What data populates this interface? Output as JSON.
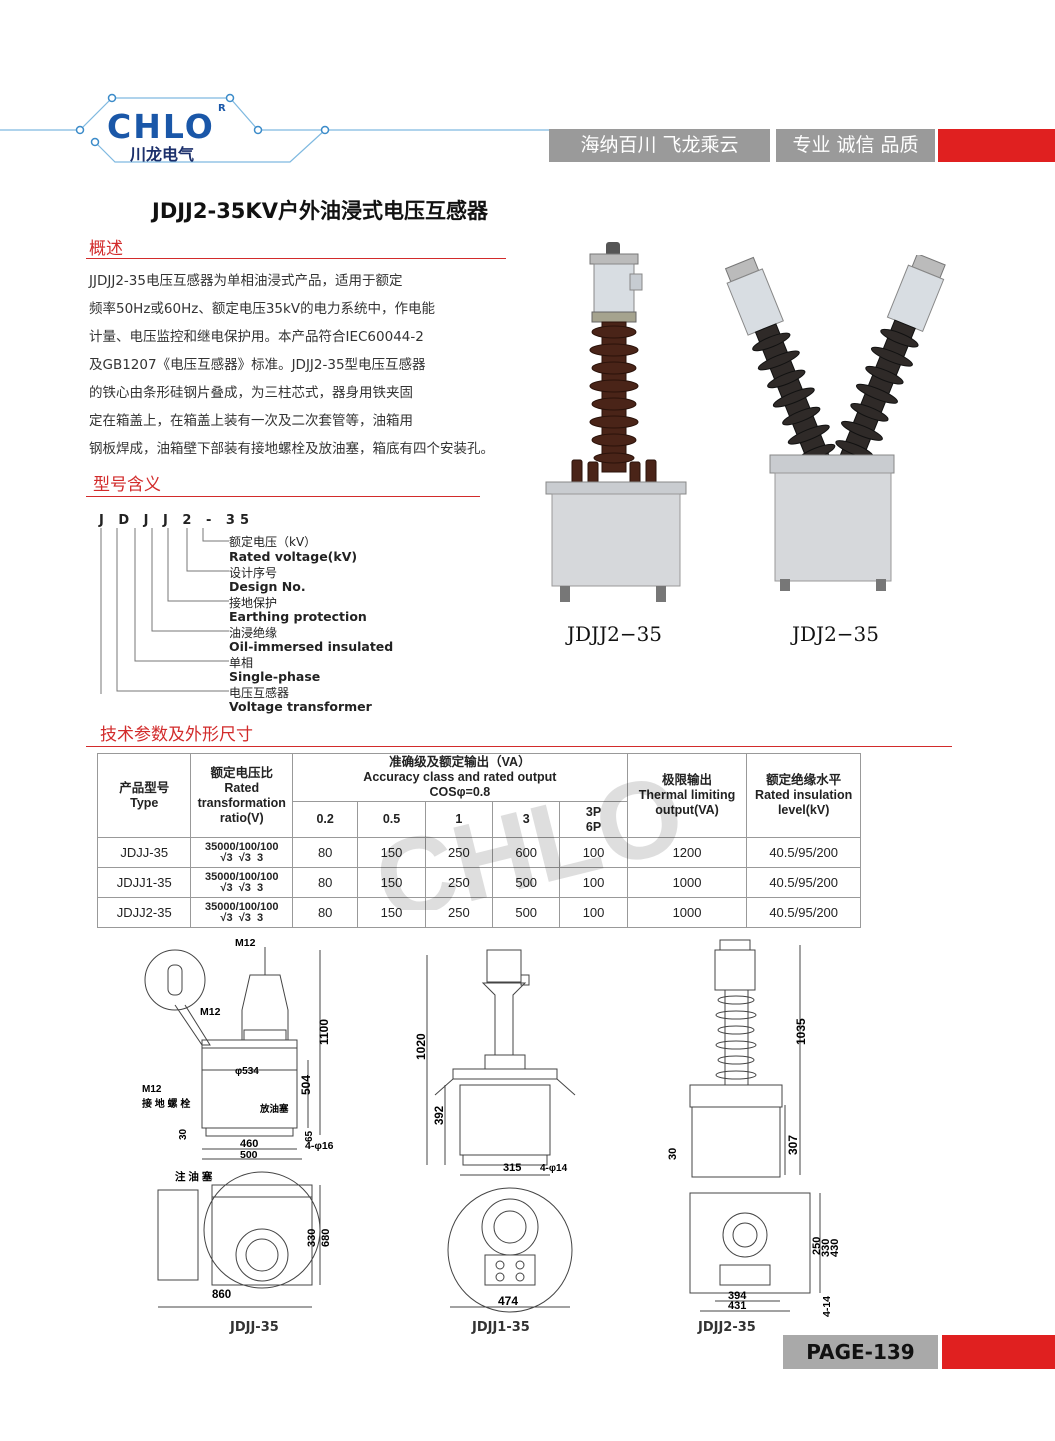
{
  "header": {
    "logo": "CHLO",
    "logo_mark": "R",
    "logo_sub": "川龙电气",
    "slogan1": "海纳百川 飞龙乘云",
    "slogan2": "专业 诚信 品质"
  },
  "title": "JDJJ2-35KV户外油浸式电压互感器",
  "overview": {
    "heading": "概述",
    "lines": [
      "JJDJJ2-35电压互感器为单相油浸式产品，适用于额定",
      "频率50Hz或60Hz、额定电压35kV的电力系统中，作电能",
      "计量、电压监控和继电保护用。本产品符合IEC60044-2",
      "及GB1207《电压互感器》标准。JDJJ2-35型电压互感器",
      "的铁心由条形硅钢片叠成，为三柱芯式，器身用铁夹固",
      "定在箱盖上，在箱盖上装有一次及二次套管等，油箱用",
      "钢板焊成，油箱壁下部装有接地螺栓及放油塞，箱底有四个安装孔。"
    ]
  },
  "model_meaning": {
    "heading": "型号含义",
    "code": "J D J J 2 - 35",
    "items": [
      {
        "cn": "额定电压（kV）",
        "en": "Rated voltage(kV)"
      },
      {
        "cn": "设计序号",
        "en": "Design No."
      },
      {
        "cn": "接地保护",
        "en": "Earthing protection"
      },
      {
        "cn": "油浸绝缘",
        "en": "Oil-immersed insulated"
      },
      {
        "cn": "单相",
        "en": "Single-phase"
      },
      {
        "cn": "电压互感器",
        "en": "Voltage  transformer"
      }
    ]
  },
  "photos": {
    "caption1": "JDJJ2−35",
    "caption2": "JDJ2−35"
  },
  "tech": {
    "heading": "技术参数及外形尺寸",
    "headers": {
      "type_cn": "产品型号",
      "type_en": "Type",
      "ratio_cn": "额定电压比",
      "ratio_en1": "Rated",
      "ratio_en2": "transformation",
      "ratio_en3": "ratio(V)",
      "acc_cn": "准确级及额定输出（VA）",
      "acc_en": "Accuracy class and rated output",
      "acc_cos": "COSφ=0.8",
      "classes": [
        "0.2",
        "0.5",
        "1",
        "3",
        "3P\n6P"
      ],
      "thermal_cn": "极限输出",
      "thermal_en1": "Thermal limiting",
      "thermal_en2": "output(VA)",
      "ins_cn": "额定绝缘水平",
      "ins_en1": "Rated insulation",
      "ins_en2": "level(kV)"
    },
    "ratio": {
      "n1": "35000",
      "n2": "100",
      "n3": "100",
      "d1": "√3",
      "d2": "√3",
      "d3": "3"
    },
    "rows": [
      {
        "type": "JDJJ-35",
        "vals": [
          "80",
          "150",
          "250",
          "600",
          "100"
        ],
        "thermal": "1200",
        "ins": "40.5/95/200"
      },
      {
        "type": "JDJJ1-35",
        "vals": [
          "80",
          "150",
          "250",
          "500",
          "100"
        ],
        "thermal": "1000",
        "ins": "40.5/95/200"
      },
      {
        "type": "JDJJ2-35",
        "vals": [
          "80",
          "150",
          "250",
          "500",
          "100"
        ],
        "thermal": "1000",
        "ins": "40.5/95/200"
      }
    ]
  },
  "drawings": {
    "d1": {
      "caption": "JDJJ-35",
      "m12a": "M12",
      "m12b": "M12",
      "m12c": "M12",
      "ground": "接 地 螺 栓",
      "oil_out": "放油塞",
      "oil_in": "注 油 塞",
      "h1": "1100",
      "h2": "504",
      "h3": "65",
      "h4": "30",
      "d534": "φ534",
      "w460": "460",
      "w500": "500",
      "holes": "4-φ16",
      "w860": "860",
      "h330": "330",
      "h680": "680"
    },
    "d2": {
      "caption": "JDJJ1-35",
      "h1020": "1020",
      "h392": "392",
      "w315": "315",
      "holes": "4-φ14",
      "w474": "474"
    },
    "d3": {
      "caption": "JDJJ2-35",
      "h1035": "1035",
      "h307": "307",
      "h30": "30",
      "w394": "394",
      "w431": "431",
      "h430": "430",
      "h330": "330",
      "h250": "250",
      "holes": "4-14"
    }
  },
  "footer": {
    "page": "PAGE-139"
  }
}
